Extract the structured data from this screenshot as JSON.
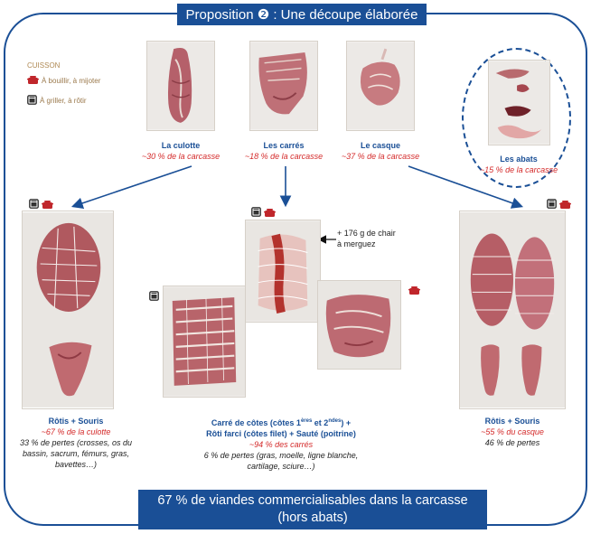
{
  "header": {
    "title": "Proposition ❷ : Une découpe élaborée"
  },
  "legend": {
    "title": "CUISSON",
    "items": [
      {
        "icon": "stew-pot-icon",
        "label": "À bouillir, à mijoter"
      },
      {
        "icon": "oven-icon",
        "label": "À griller, à rôtir"
      }
    ]
  },
  "top_cuts": [
    {
      "name": "La culotte",
      "pct": "~30 % de la carcasse"
    },
    {
      "name": "Les carrés",
      "pct": "~18 % de la carcasse"
    },
    {
      "name": "Le casque",
      "pct": "~37 % de la carcasse"
    },
    {
      "name": "Les abats",
      "pct": "~15 % de la carcasse"
    }
  ],
  "annotation": {
    "line1": "+ 176 g de chair",
    "line2": "à merguez"
  },
  "products": {
    "left": {
      "name": "Rôtis + Souris",
      "pct": "~67 % de la culotte",
      "loss_lines": [
        "33 % de pertes (crosses, os du",
        "bassin, sacrum, fémurs, gras,",
        "bavettes…)"
      ]
    },
    "middle": {
      "name_line1_a": "Carré de côtes (côtes 1",
      "name_line1_sup1": "ères",
      "name_line1_b": " et 2",
      "name_line1_sup2": "ndes",
      "name_line1_c": ") +",
      "name_line2": "Rôti farci (côtes filet) + Sauté (poitrine)",
      "pct": "~94 % des carrés",
      "loss_lines": [
        "6 % de pertes (gras, moelle, ligne blanche,",
        "cartilage, sciure…)"
      ]
    },
    "right": {
      "name": "Rôtis + Souris",
      "pct": "~55 % du casque",
      "loss_lines": [
        "46 % de pertes"
      ]
    }
  },
  "footer": {
    "line1": "67 % de viandes commercialisables dans la carcasse",
    "line2": "(hors abats)"
  },
  "colors": {
    "brand_blue": "#1a4f96",
    "accent_red": "#d42a2a",
    "legend_brown": "#9b7a4d"
  }
}
